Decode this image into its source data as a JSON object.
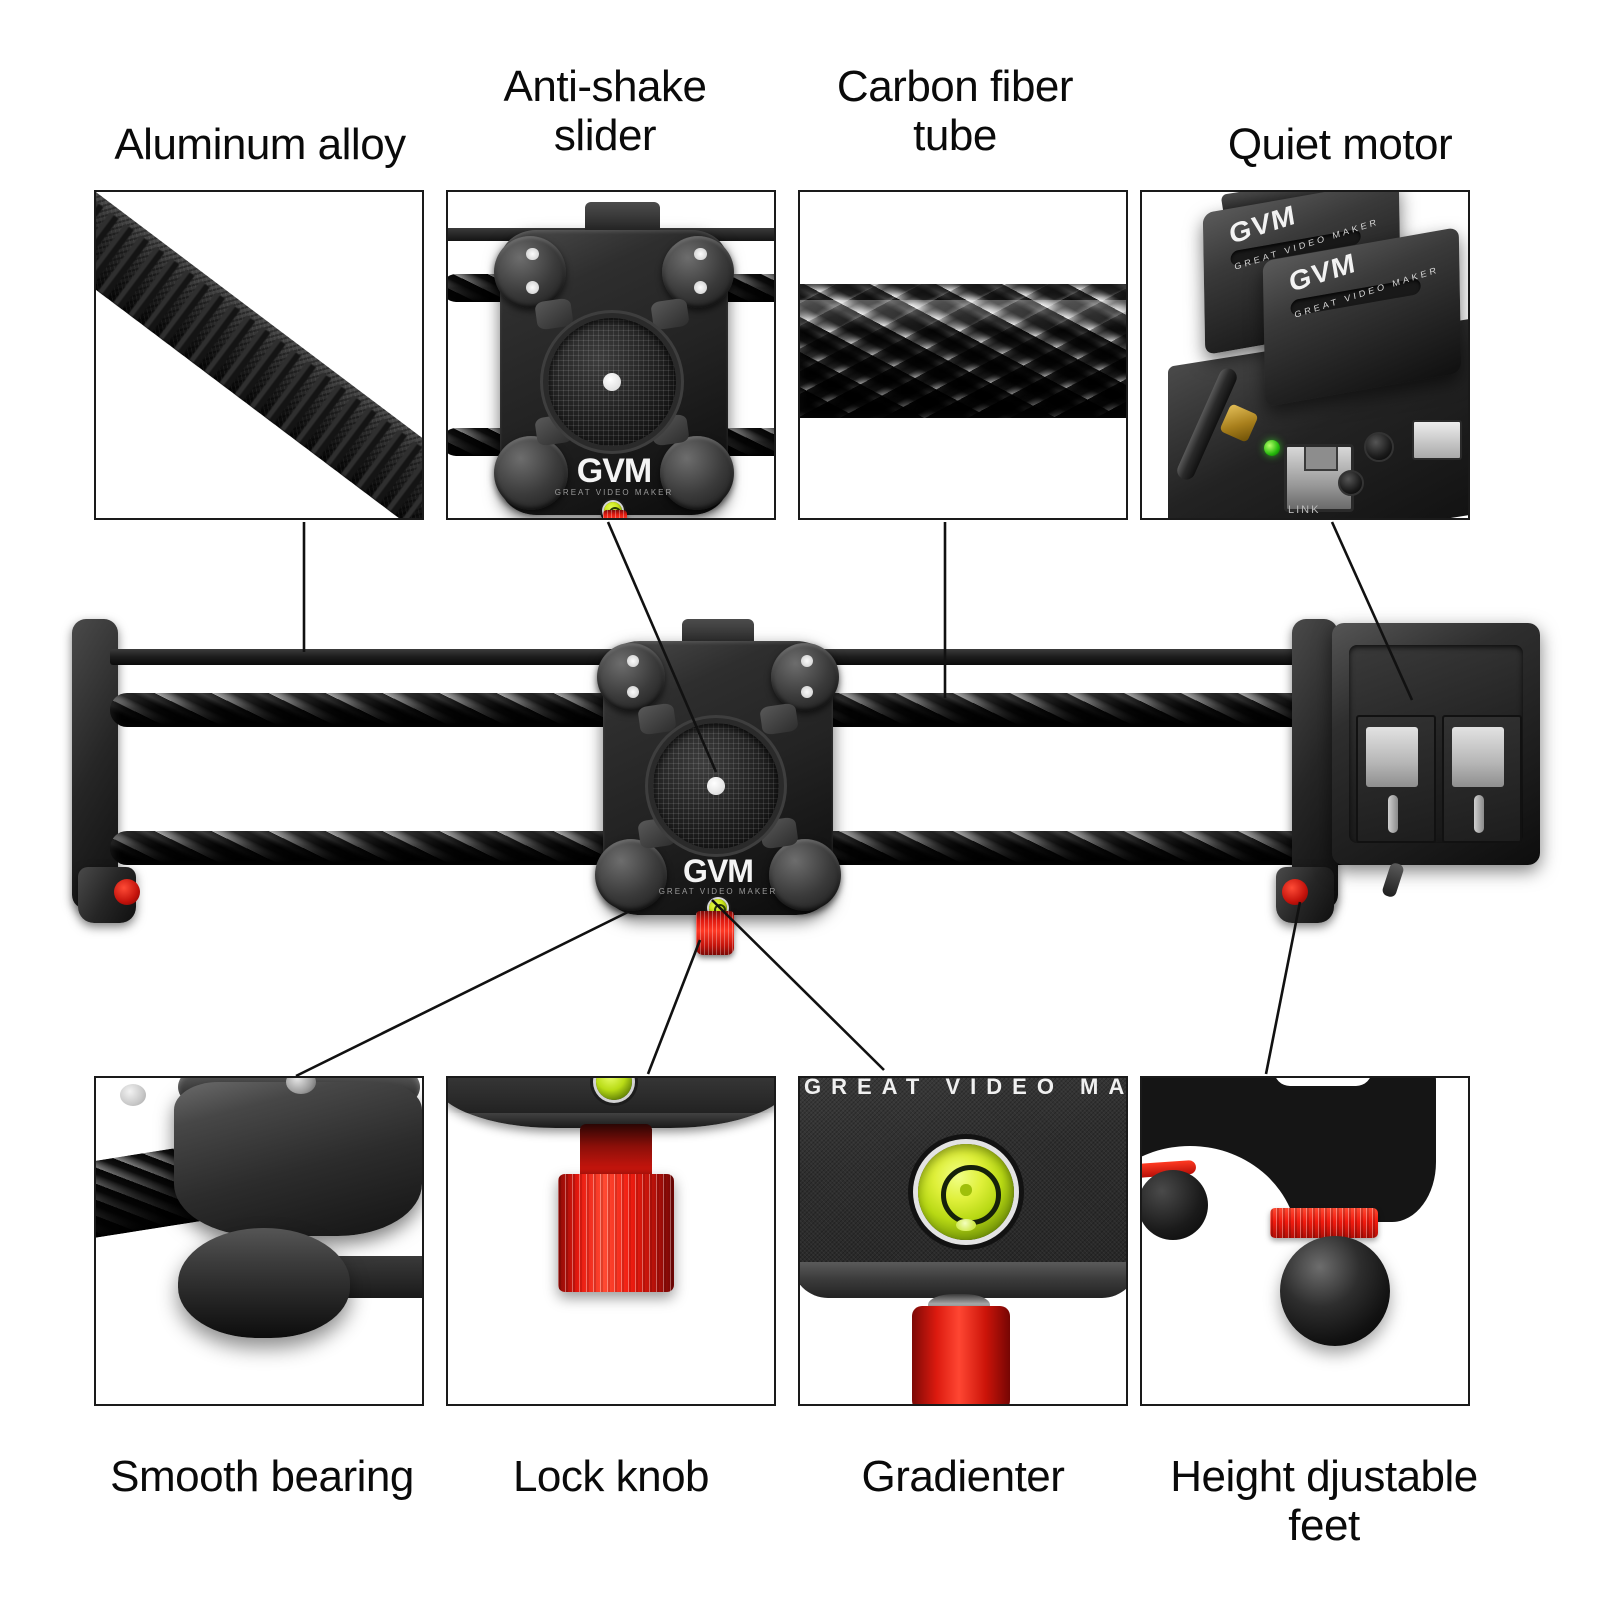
{
  "page": {
    "title": "GVM Camera Slider Feature Callout Infographic",
    "background_color": "#ffffff",
    "accent_color": "#e8190f",
    "line_color": "#111111",
    "text_color": "#0a0a0a"
  },
  "top_labels": [
    {
      "id": "aluminum-alloy",
      "text": "Aluminum alloy"
    },
    {
      "id": "anti-shake-slider",
      "text": "Anti-shake\nslider"
    },
    {
      "id": "carbon-fiber-tube",
      "text": "Carbon fiber\ntube"
    },
    {
      "id": "quiet-motor",
      "text": "Quiet motor"
    }
  ],
  "bottom_labels": [
    {
      "id": "smooth-bearing",
      "text": "Smooth bearing"
    },
    {
      "id": "lock-knob",
      "text": "Lock knob"
    },
    {
      "id": "gradienter",
      "text": "Gradienter"
    },
    {
      "id": "height-adjustable-feet",
      "text": "Height  djustable\nfeet"
    }
  ],
  "brand": {
    "logo": "GVM",
    "tagline": "GREAT VIDEO MAKER",
    "tagline_cropped": "GREAT VIDEO MAKE"
  },
  "motor_panel": {
    "battery_logo": "GVM",
    "battery_tagline": "GREAT VIDEO MAKER",
    "port_label": "LINK",
    "led_color": "#2cc40f",
    "connector_color": "#c79a2a"
  },
  "thumbnails": [
    {
      "id": "thumb-aluminum-alloy",
      "subject": "toothed timing belt"
    },
    {
      "id": "thumb-anti-shake-slider",
      "subject": "slider carriage plate on rails"
    },
    {
      "id": "thumb-carbon-fiber-tube",
      "subject": "carbon fiber twill weave tube"
    },
    {
      "id": "thumb-quiet-motor",
      "subject": "motor housing with two batteries"
    },
    {
      "id": "thumb-smooth-bearing",
      "subject": "bearing roller wheel"
    },
    {
      "id": "thumb-lock-knob",
      "subject": "red knurled lock knob"
    },
    {
      "id": "thumb-gradienter",
      "subject": "circular bubble level"
    },
    {
      "id": "thumb-height-feet",
      "subject": "red ring and ball foot"
    }
  ],
  "product": {
    "type": "motorized camera slider",
    "rails": 2,
    "rail_material": "carbon fiber",
    "belt": "toothed timing belt",
    "carriage_wheels": 4,
    "bubble_level_color": "#cfe81c",
    "knob_color": "#e8190f"
  }
}
